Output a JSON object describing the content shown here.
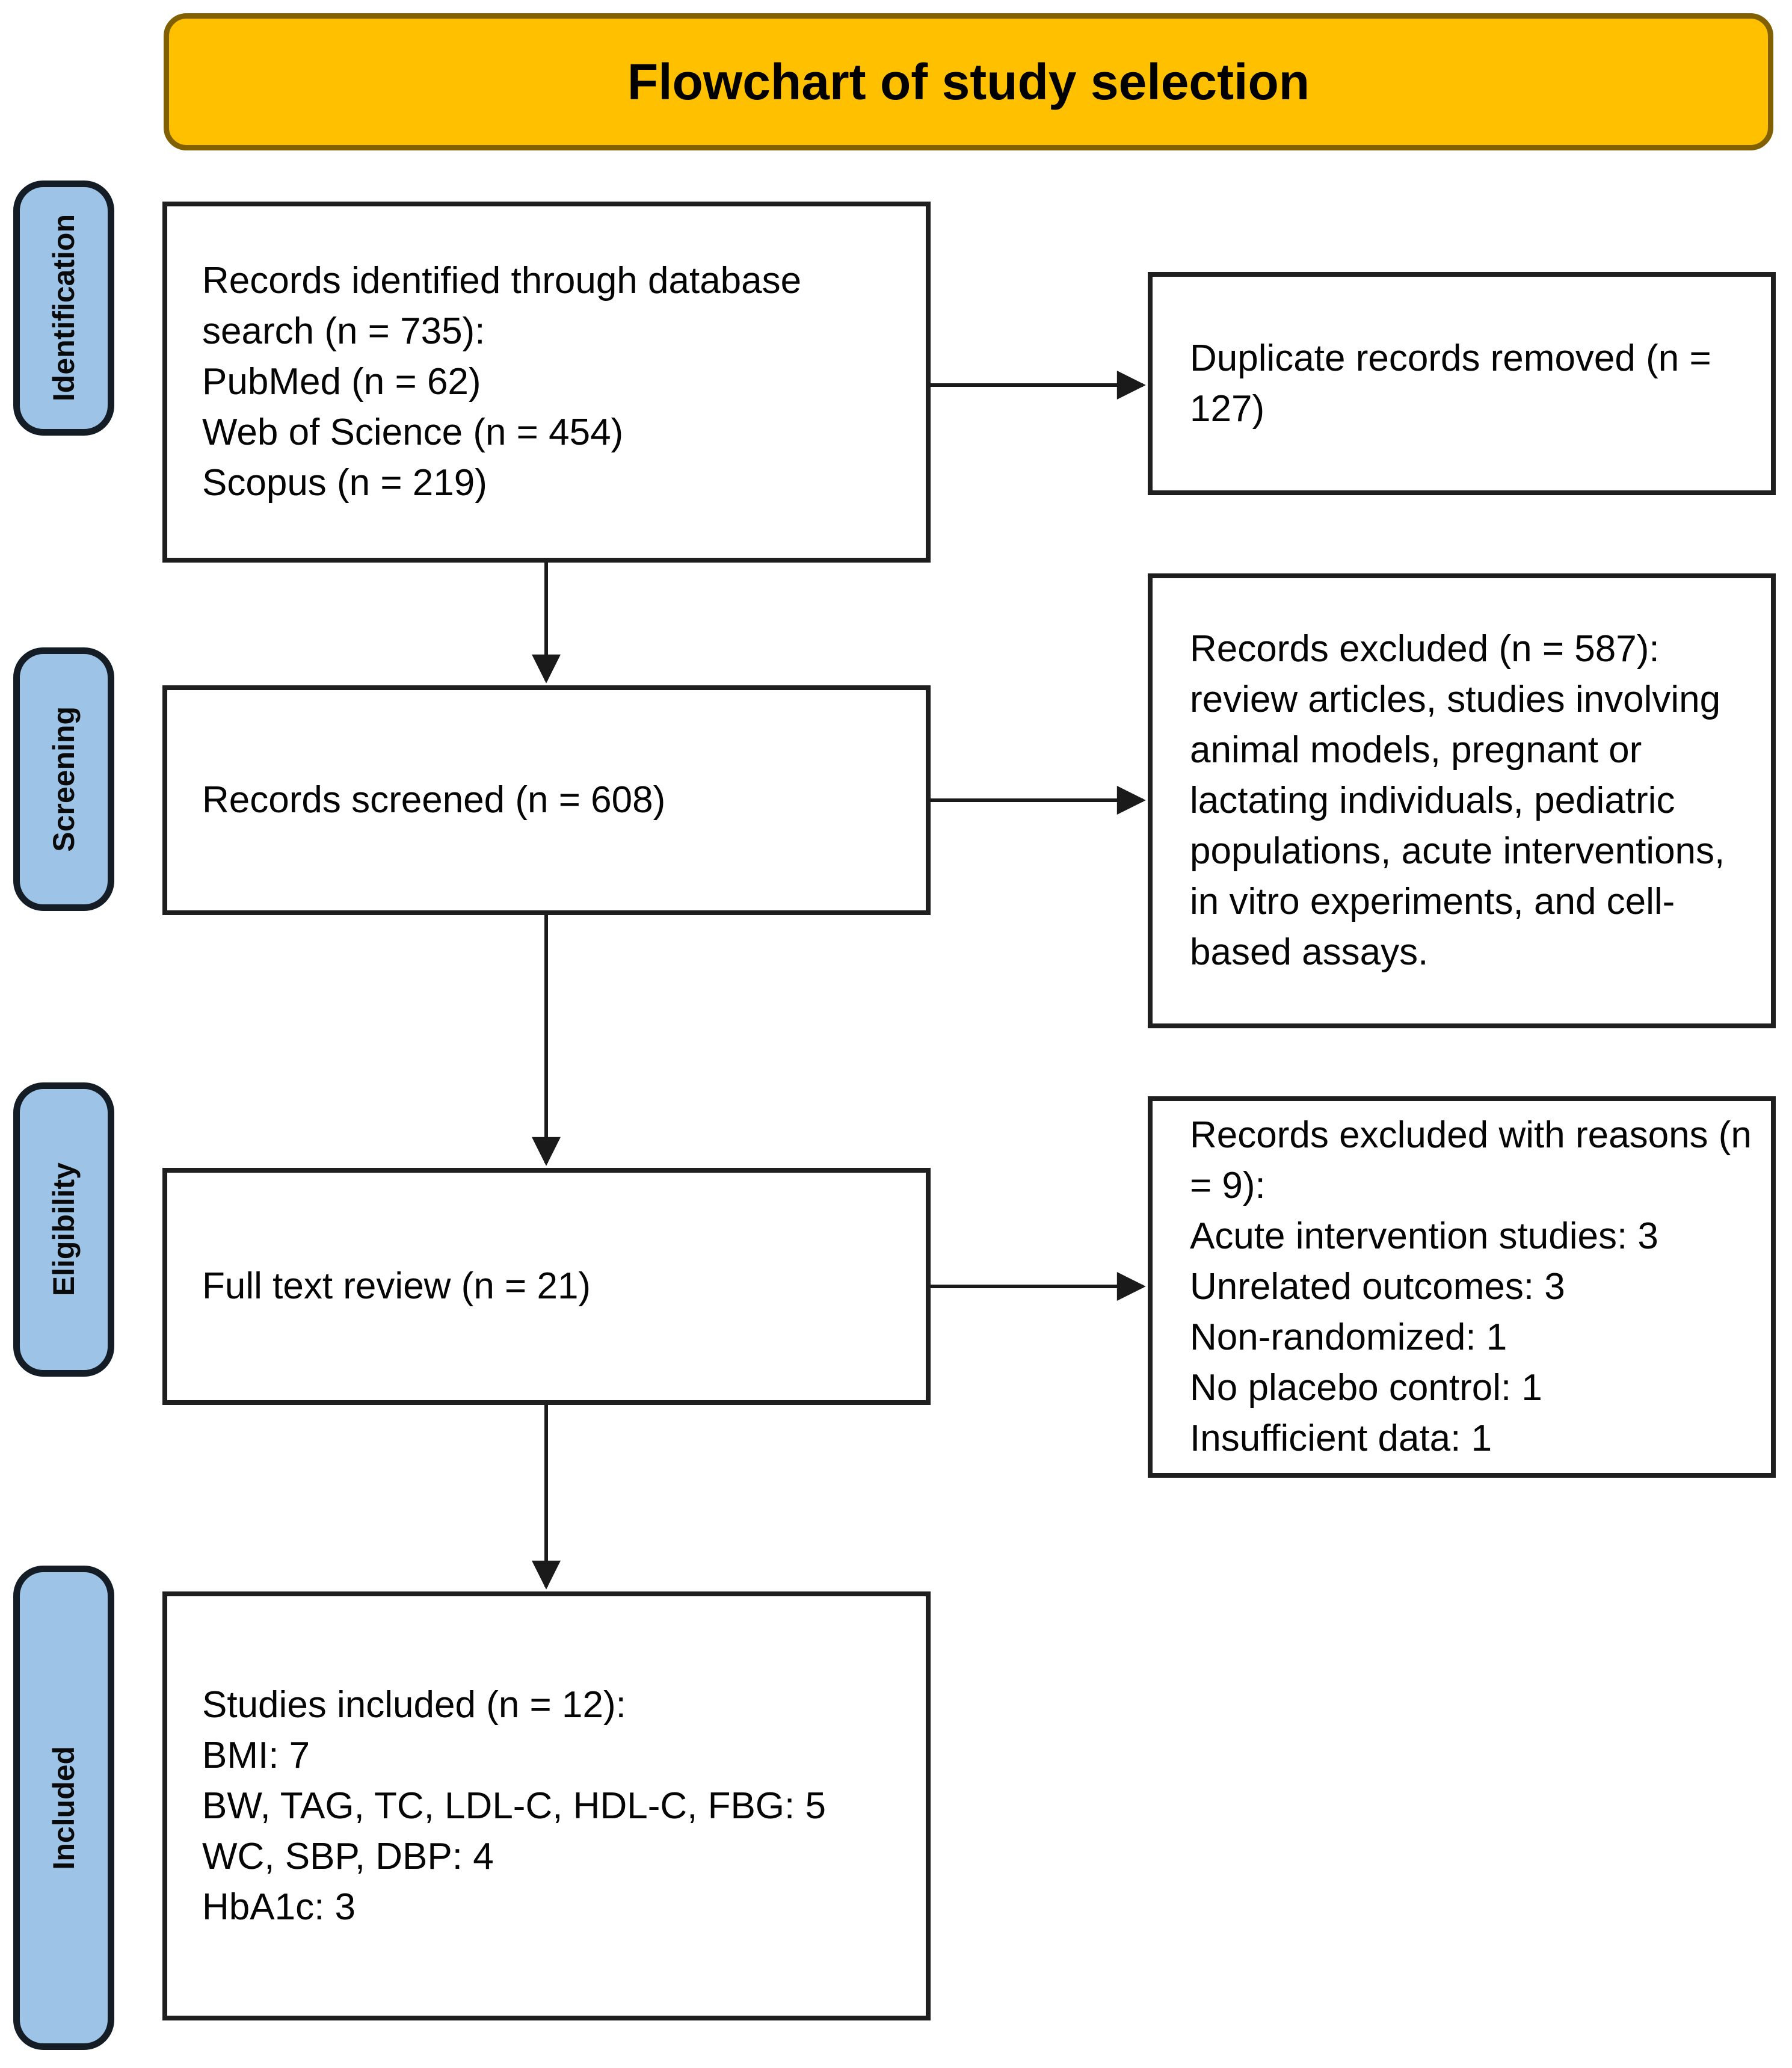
{
  "title": "Flowchart of study selection",
  "stages": [
    "Identification",
    "Screening",
    "Eligibility",
    "Included"
  ],
  "boxes": {
    "records_identified": {
      "lines": [
        "Records identified through database search (n = 735):",
        "PubMed (n = 62)",
        "Web of Science (n = 454)",
        "Scopus (n = 219)"
      ]
    },
    "duplicates_removed": {
      "text": "Duplicate records removed (n = 127)"
    },
    "records_screened": {
      "text": "Records screened (n = 608)"
    },
    "records_excluded": {
      "text": "Records excluded (n = 587): review articles, studies involving animal models, pregnant or lactating individuals, pediatric populations, acute interventions, in vitro experiments, and cell-based assays."
    },
    "full_text_review": {
      "text": "Full text review (n = 21)"
    },
    "excluded_with_reasons": {
      "lines": [
        "Records excluded with reasons (n = 9):",
        "Acute intervention studies: 3",
        "Unrelated outcomes: 3",
        "Non-randomized: 1",
        "No placebo control: 1",
        "Insufficient data: 1"
      ]
    },
    "studies_included": {
      "lines": [
        "Studies included (n = 12):",
        "BMI: 7",
        "BW, TAG, TC, LDL-C, HDL-C, FBG: 5",
        "WC, SBP, DBP: 4",
        "HbA1c: 3"
      ]
    }
  },
  "colors": {
    "banner_fill": "#FFC000",
    "banner_border": "#806000",
    "stage_fill": "#9DC3E6",
    "stage_border": "#141D26",
    "box_border": "#1F1F1F",
    "arrow_color": "#1A1A1A"
  }
}
